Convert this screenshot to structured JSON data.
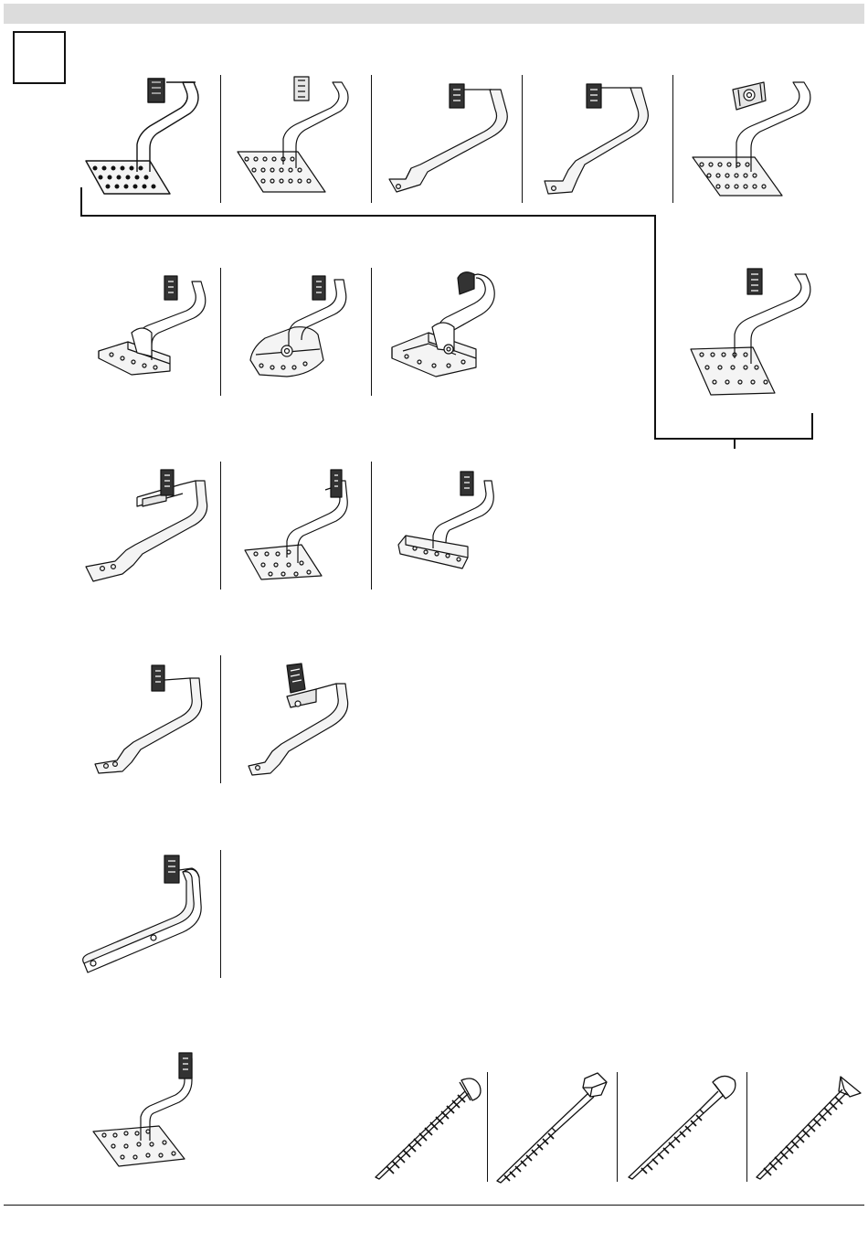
{
  "header": {
    "step_label": ""
  },
  "colors": {
    "line": "#111111",
    "band": "#dcdcdc",
    "paper": "#ffffff",
    "part_fill": "#f4f4f4",
    "clamp_fill": "#333333"
  },
  "rows": [
    {
      "name": "row-1",
      "items": [
        {
          "id": "hook-1-1",
          "icon": "roof-hook-perforated-base-icon"
        },
        {
          "id": "hook-1-2",
          "icon": "roof-hook-perforated-base-icon"
        },
        {
          "id": "hook-1-3",
          "icon": "roof-hook-slotted-arm-icon"
        },
        {
          "id": "hook-1-4",
          "icon": "roof-hook-slotted-arm-icon"
        },
        {
          "id": "hook-1-5",
          "icon": "roof-hook-bolt-clamp-icon"
        }
      ]
    },
    {
      "name": "row-2",
      "items": [
        {
          "id": "hook-2-1",
          "icon": "roof-hook-adjustable-base-icon"
        },
        {
          "id": "hook-2-2",
          "icon": "roof-hook-curved-base-icon"
        },
        {
          "id": "hook-2-3",
          "icon": "roof-hook-swivel-base-icon"
        },
        {
          "id": "hook-2-4",
          "icon": "roof-hook-perforated-base-icon"
        }
      ]
    },
    {
      "name": "row-3",
      "items": [
        {
          "id": "hook-3-1",
          "icon": "roof-hook-slotted-arm-icon"
        },
        {
          "id": "hook-3-2",
          "icon": "roof-hook-perforated-base-icon"
        },
        {
          "id": "hook-3-3",
          "icon": "roof-hook-angled-base-icon"
        }
      ]
    },
    {
      "name": "row-4",
      "items": [
        {
          "id": "hook-4-1",
          "icon": "roof-hook-slotted-arm-icon"
        },
        {
          "id": "hook-4-2",
          "icon": "roof-hook-slotted-arm-icon"
        }
      ]
    },
    {
      "name": "row-5",
      "items": [
        {
          "id": "hook-5-1",
          "icon": "roof-hook-long-arm-icon"
        }
      ]
    },
    {
      "name": "row-6",
      "items": [
        {
          "id": "hook-6-1",
          "icon": "roof-hook-perforated-base-icon"
        },
        {
          "id": "screw-1",
          "icon": "round-head-screw-icon"
        },
        {
          "id": "screw-2",
          "icon": "hex-head-screw-icon"
        },
        {
          "id": "screw-3",
          "icon": "pan-head-screw-icon"
        },
        {
          "id": "screw-4",
          "icon": "countersunk-screw-icon"
        }
      ]
    }
  ]
}
